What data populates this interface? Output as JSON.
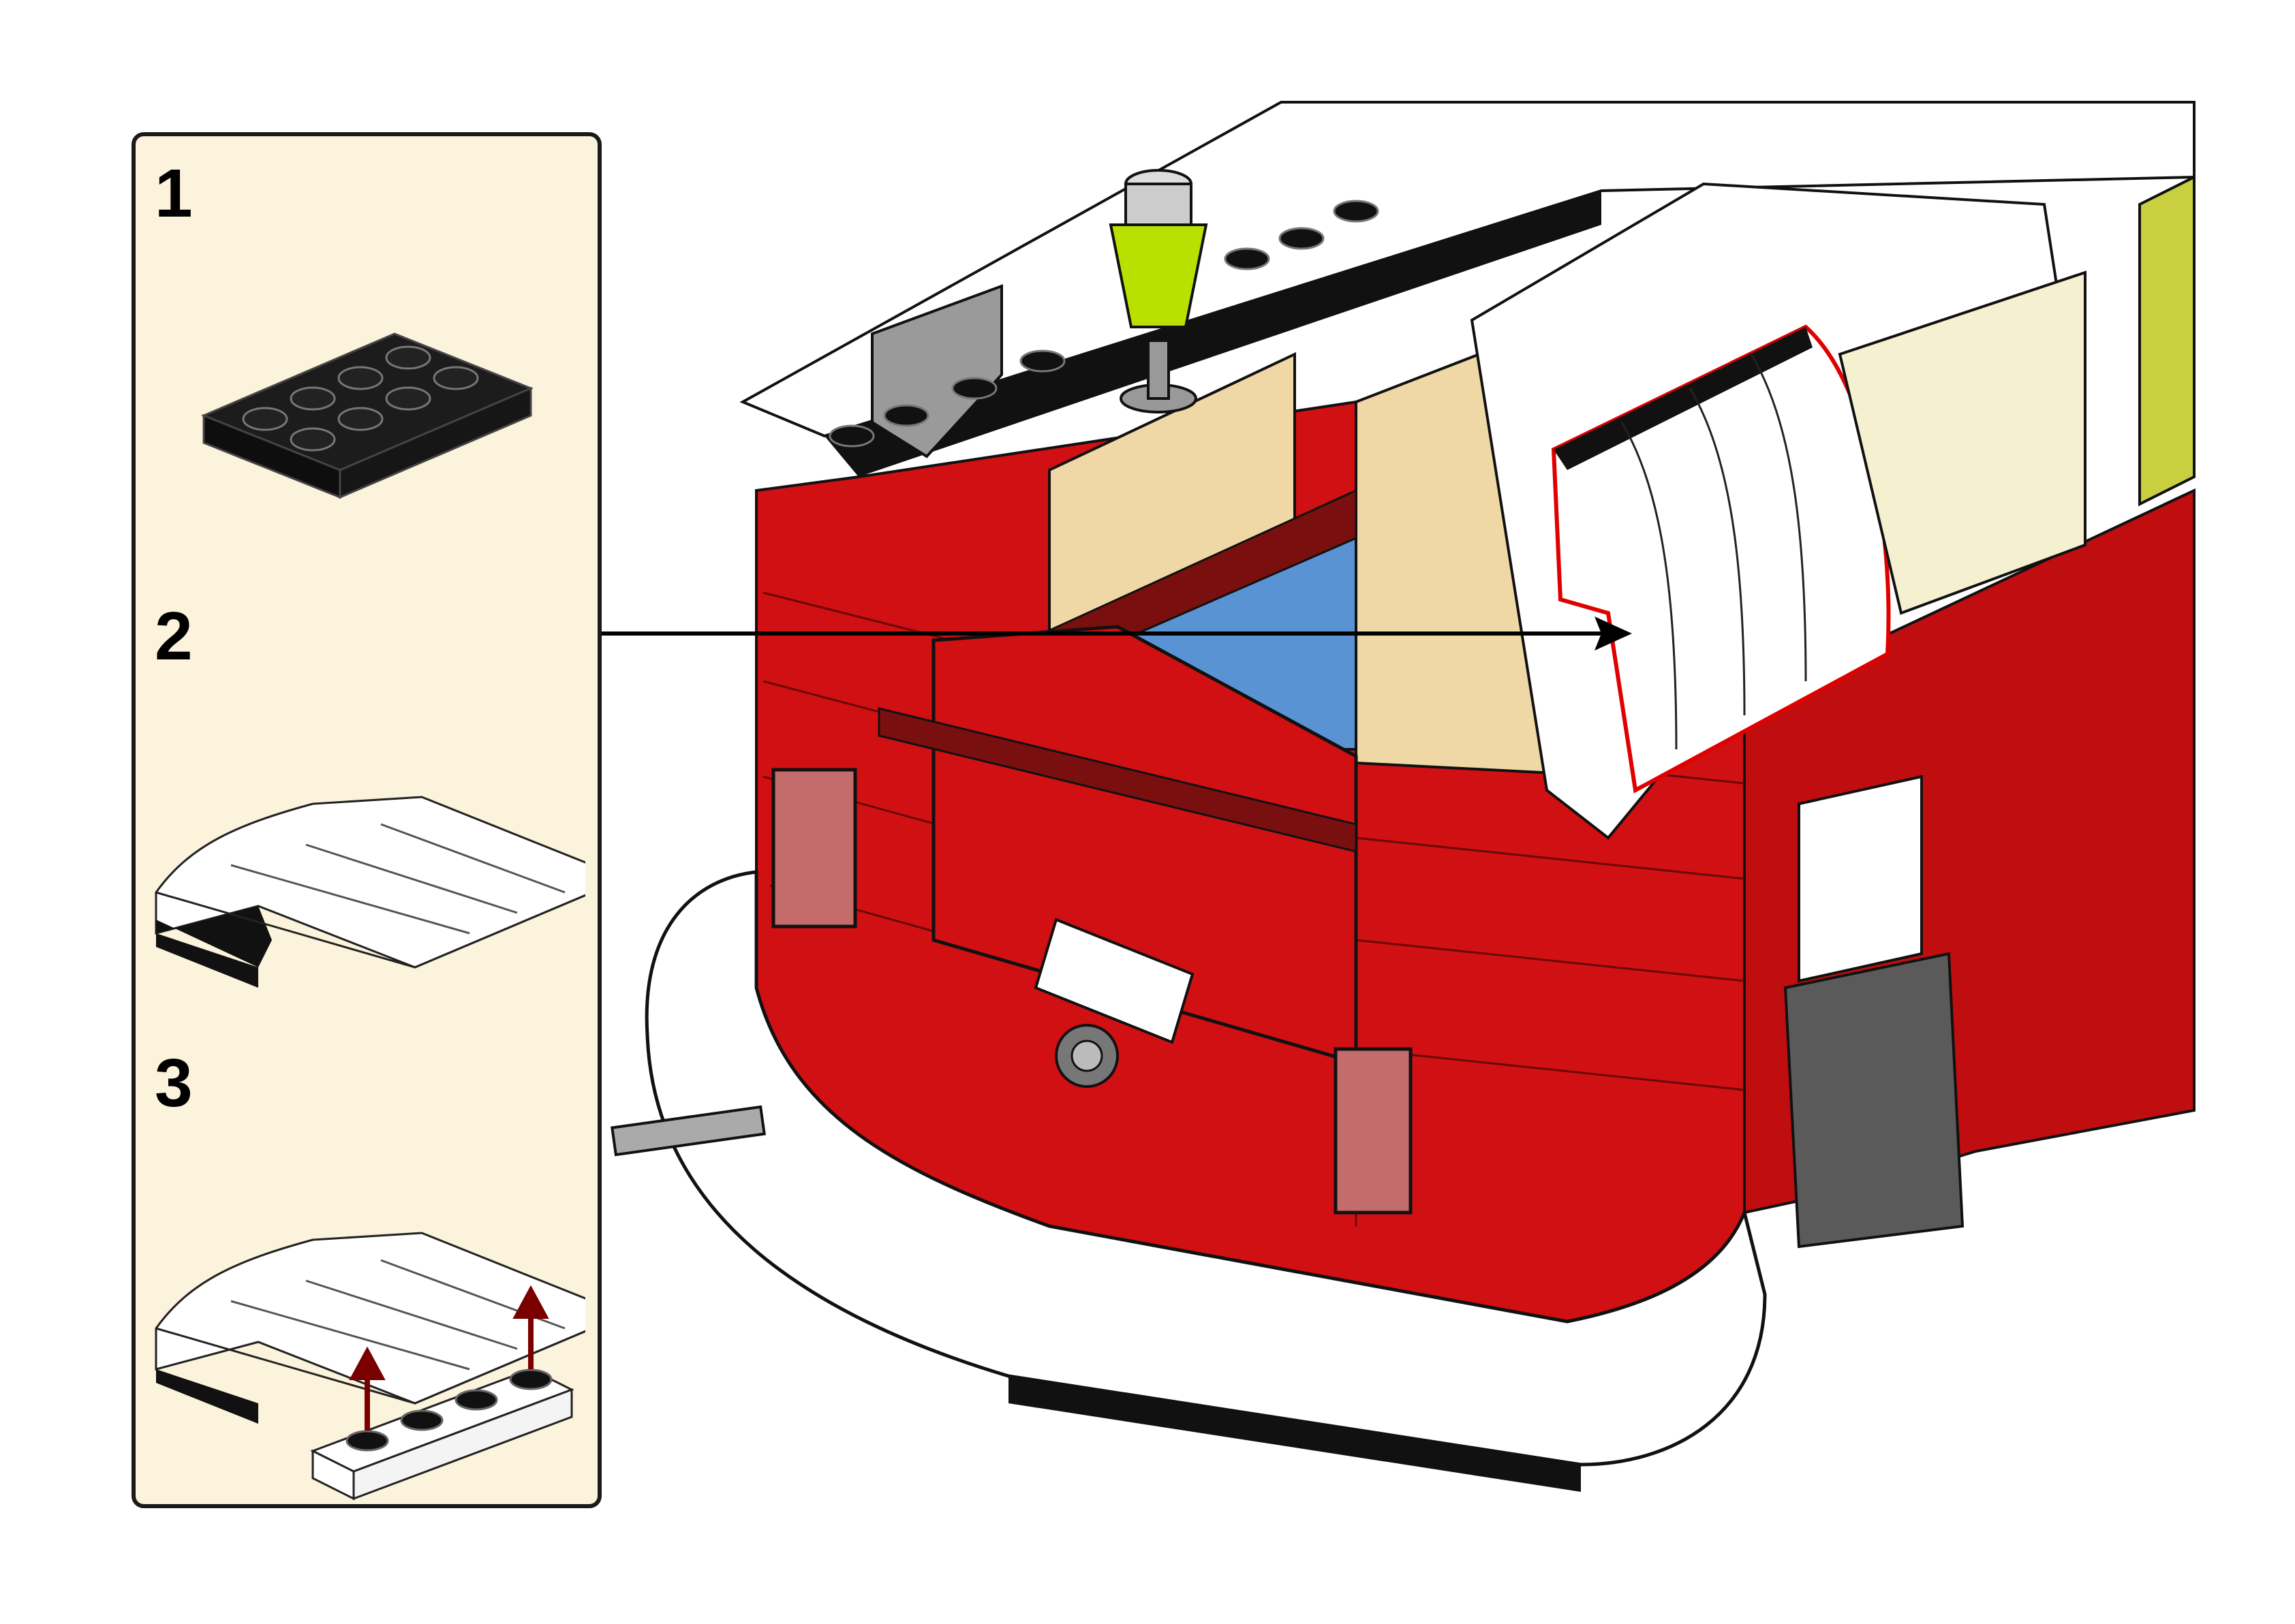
{
  "instructions": {
    "substeps": [
      {
        "number": "1",
        "part": "black-plate-2x4"
      },
      {
        "number": "2",
        "part": "white-curved-slope-2x4"
      },
      {
        "number": "3",
        "part": "white-curved-slope-on-plate"
      }
    ]
  },
  "colors": {
    "panel_bg": "#fcf3dc",
    "panel_border": "#1a1a1a",
    "red": "#d01012",
    "dark_red": "#7a0f0f",
    "tan": "#f0d8a6",
    "blue": "#5a93d4",
    "white": "#ffffff",
    "black": "#141414",
    "gray": "#9a9a9a",
    "dark_gray": "#5a5a5a",
    "lime": "#b8e000",
    "highlight": "#e00000",
    "arrow": "#7a0000"
  }
}
